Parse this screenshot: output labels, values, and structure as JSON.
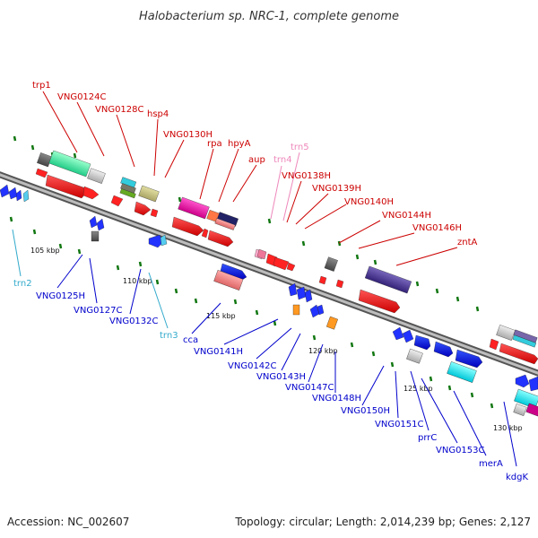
{
  "title": "Halobacterium sp. NRC-1, complete genome",
  "footer": {
    "accession": "Accession: NC_002607",
    "summary": "Topology: circular; Length: 2,014,239 bp; Genes: 2,127"
  },
  "colors": {
    "top_label": "#cc0000",
    "bottom_label": "#0000cc",
    "rna_label": "#33aacc",
    "pink_label": "#ee88bb",
    "backbone": "#8a8a8a",
    "tick": "#117711"
  },
  "ruler_labels": [
    "105 kbp",
    "110 kbp",
    "115 kbp",
    "120 kbp",
    "125 kbp",
    "130 kbp"
  ],
  "top_labels": [
    "trp1",
    "VNG0124C",
    "VNG0128C",
    "hsp4",
    "VNG0130H",
    "rpa",
    "hpyA",
    "aup",
    "trn4",
    "trn5",
    "VNG0138H",
    "VNG0139H",
    "VNG0140H",
    "VNG0144H",
    "VNG0146H",
    "zntA"
  ],
  "bottom_labels": [
    "trn2",
    "VNG0125H",
    "VNG0127C",
    "VNG0132C",
    "trn3",
    "cca",
    "VNG0141H",
    "VNG0142C",
    "VNG0143H",
    "VNG0147C",
    "VNG0148H",
    "VNG0150H",
    "VNG0151C",
    "prrC",
    "VNG0153C",
    "merA",
    "kdgK"
  ]
}
